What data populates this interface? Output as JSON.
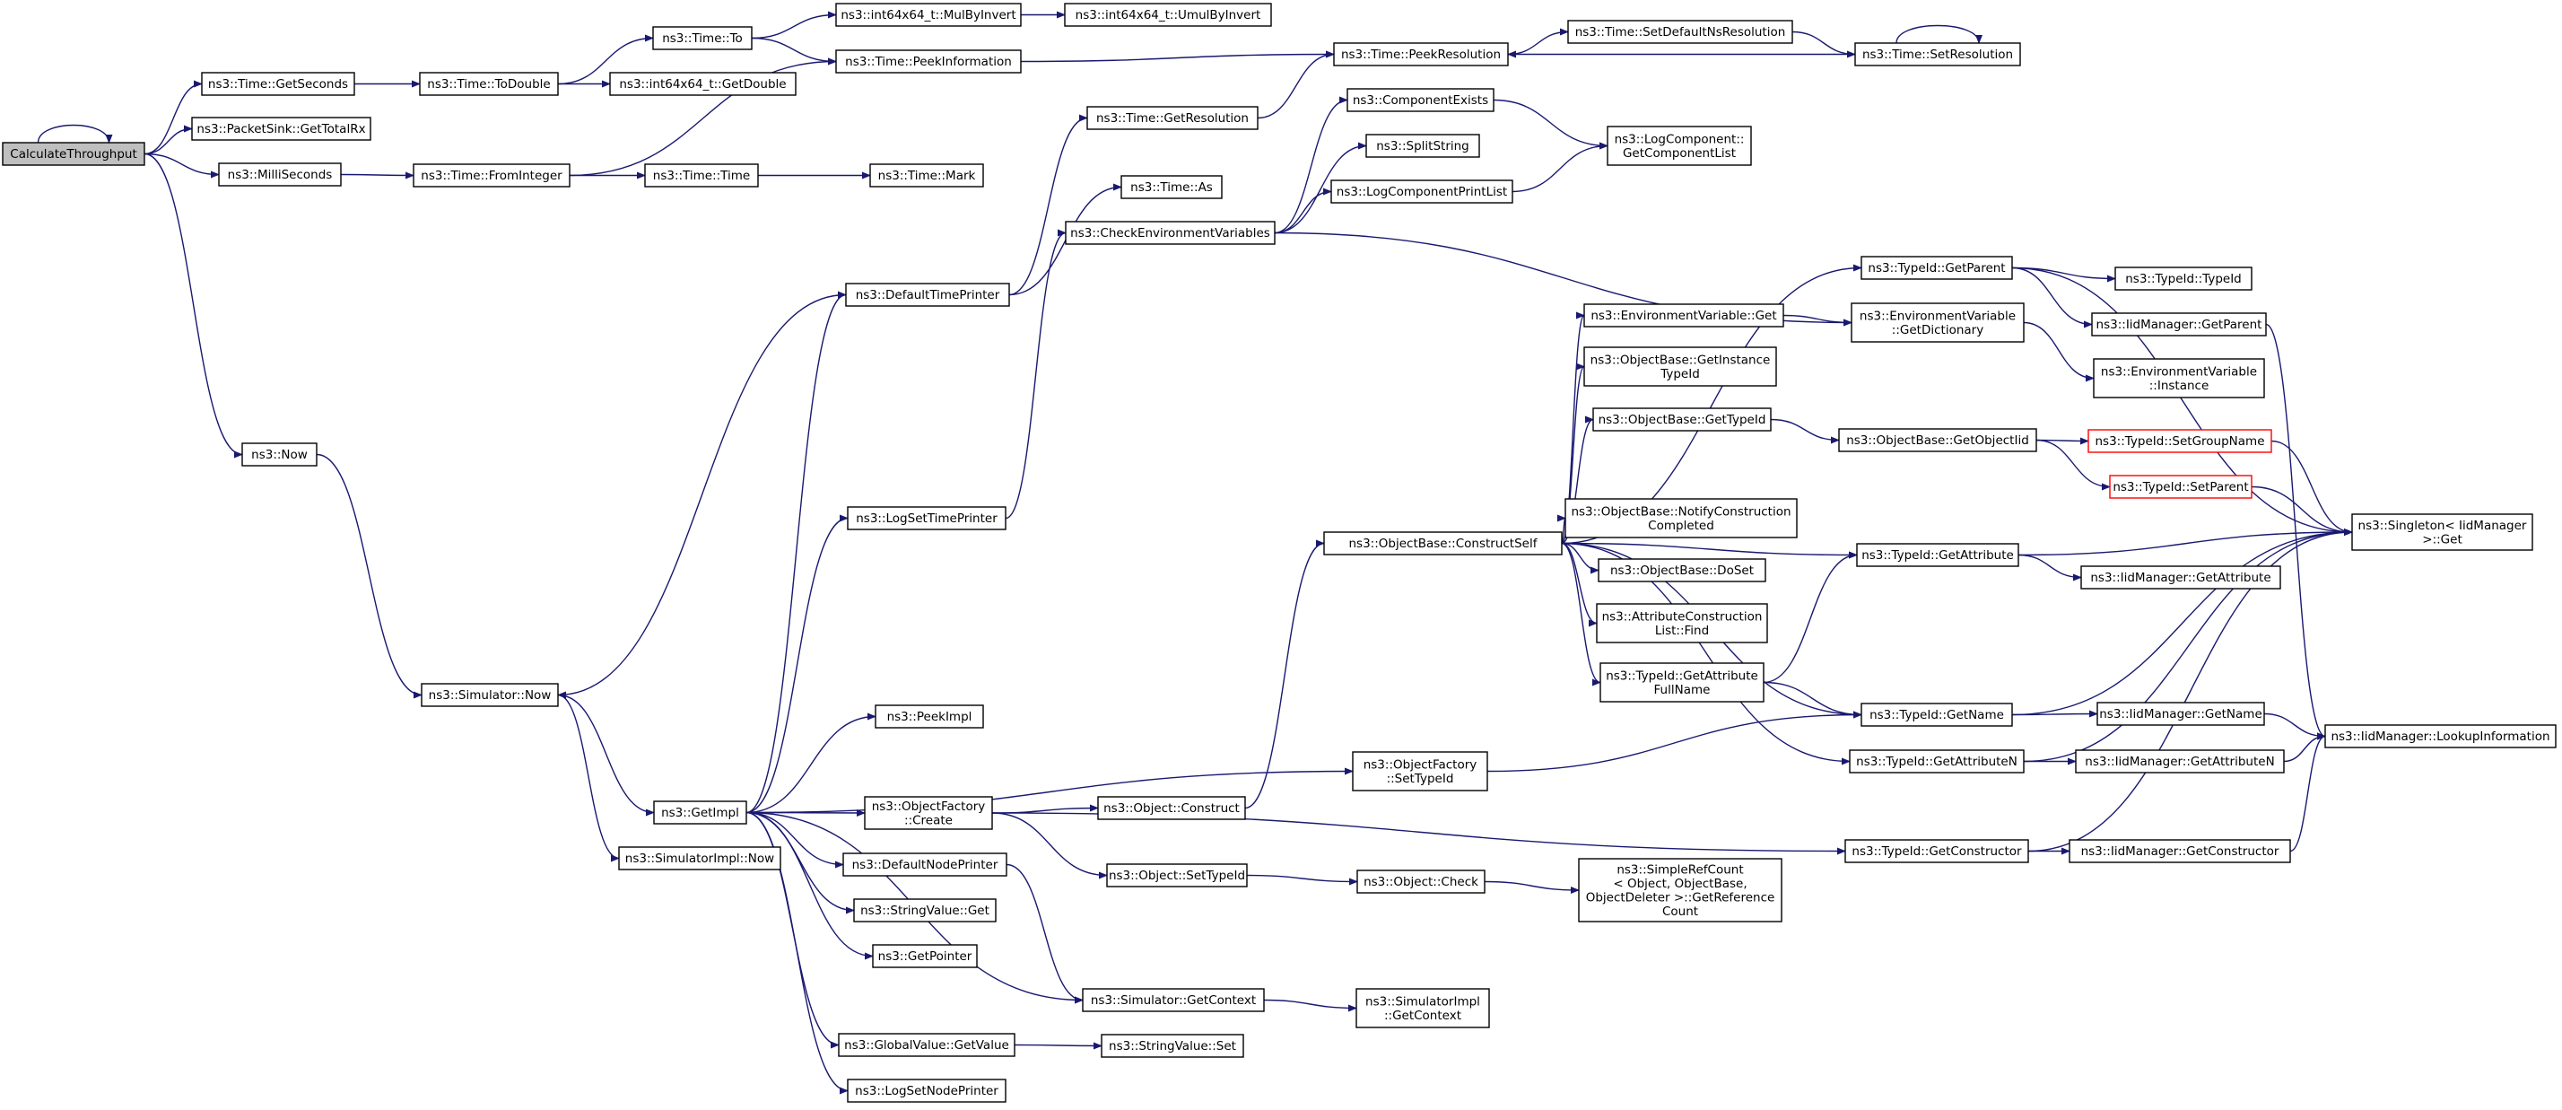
{
  "graph": {
    "nodes": [
      {
        "id": "calc",
        "lines": [
          "CalculateThroughput"
        ],
        "root": true
      },
      {
        "id": "getSeconds",
        "lines": [
          "ns3::Time::GetSeconds"
        ]
      },
      {
        "id": "packetSinkTotalRx",
        "lines": [
          "ns3::PacketSink::GetTotalRx"
        ]
      },
      {
        "id": "milliSeconds",
        "lines": [
          "ns3::MilliSeconds"
        ]
      },
      {
        "id": "now",
        "lines": [
          "ns3::Now"
        ]
      },
      {
        "id": "toDouble",
        "lines": [
          "ns3::Time::ToDouble"
        ]
      },
      {
        "id": "timeTo",
        "lines": [
          "ns3::Time::To"
        ]
      },
      {
        "id": "mulByInvert",
        "lines": [
          "ns3::int64x64_t::MulByInvert"
        ]
      },
      {
        "id": "umulByInvert",
        "lines": [
          "ns3::int64x64_t::UmulByInvert"
        ]
      },
      {
        "id": "peekInformation",
        "lines": [
          "ns3::Time::PeekInformation"
        ]
      },
      {
        "id": "int64GetDouble",
        "lines": [
          "ns3::int64x64_t::GetDouble"
        ]
      },
      {
        "id": "fromInteger",
        "lines": [
          "ns3::Time::FromInteger"
        ]
      },
      {
        "id": "timeTime",
        "lines": [
          "ns3::Time::Time"
        ]
      },
      {
        "id": "timeMark",
        "lines": [
          "ns3::Time::Mark"
        ]
      },
      {
        "id": "peekResolution",
        "lines": [
          "ns3::Time::PeekResolution"
        ]
      },
      {
        "id": "setDefaultNsResolution",
        "lines": [
          "ns3::Time::SetDefaultNsResolution"
        ]
      },
      {
        "id": "setResolution",
        "lines": [
          "ns3::Time::SetResolution"
        ]
      },
      {
        "id": "getResolution",
        "lines": [
          "ns3::Time::GetResolution"
        ]
      },
      {
        "id": "timeAs",
        "lines": [
          "ns3::Time::As"
        ]
      },
      {
        "id": "componentExists",
        "lines": [
          "ns3::ComponentExists"
        ]
      },
      {
        "id": "splitString",
        "lines": [
          "ns3::SplitString"
        ]
      },
      {
        "id": "logComponentPrintList",
        "lines": [
          "ns3::LogComponentPrintList"
        ]
      },
      {
        "id": "getComponentList",
        "lines": [
          "ns3::LogComponent::",
          "GetComponentList"
        ]
      },
      {
        "id": "checkEnvVars",
        "lines": [
          "ns3::CheckEnvironmentVariables"
        ]
      },
      {
        "id": "defaultTimePrinter",
        "lines": [
          "ns3::DefaultTimePrinter"
        ]
      },
      {
        "id": "logSetTimePrinter",
        "lines": [
          "ns3::LogSetTimePrinter"
        ]
      },
      {
        "id": "simNow",
        "lines": [
          "ns3::Simulator::Now"
        ]
      },
      {
        "id": "simImplNow",
        "lines": [
          "ns3::SimulatorImpl::Now"
        ]
      },
      {
        "id": "getImpl",
        "lines": [
          "ns3::GetImpl"
        ]
      },
      {
        "id": "peekImpl",
        "lines": [
          "ns3::PeekImpl"
        ]
      },
      {
        "id": "objFactoryCreate",
        "lines": [
          "ns3::ObjectFactory",
          "::Create"
        ]
      },
      {
        "id": "defaultNodePrinter",
        "lines": [
          "ns3::DefaultNodePrinter"
        ]
      },
      {
        "id": "stringValueGet",
        "lines": [
          "ns3::StringValue::Get"
        ]
      },
      {
        "id": "getPointer",
        "lines": [
          "ns3::GetPointer"
        ]
      },
      {
        "id": "simGetContext",
        "lines": [
          "ns3::Simulator::GetContext"
        ]
      },
      {
        "id": "globalValueGetValue",
        "lines": [
          "ns3::GlobalValue::GetValue"
        ]
      },
      {
        "id": "logSetNodePrinter",
        "lines": [
          "ns3::LogSetNodePrinter"
        ]
      },
      {
        "id": "objFactorySetTypeId",
        "lines": [
          "ns3::ObjectFactory",
          "::SetTypeId"
        ]
      },
      {
        "id": "objectConstruct",
        "lines": [
          "ns3::Object::Construct"
        ]
      },
      {
        "id": "objectSetTypeId",
        "lines": [
          "ns3::Object::SetTypeId"
        ]
      },
      {
        "id": "objectCheck",
        "lines": [
          "ns3::Object::Check"
        ]
      },
      {
        "id": "stringValueSet",
        "lines": [
          "ns3::StringValue::Set"
        ]
      },
      {
        "id": "simImplGetContext",
        "lines": [
          "ns3::SimulatorImpl",
          "::GetContext"
        ]
      },
      {
        "id": "constructSelf",
        "lines": [
          "ns3::ObjectBase::ConstructSelf"
        ]
      },
      {
        "id": "envVarGet",
        "lines": [
          "ns3::EnvironmentVariable::Get"
        ]
      },
      {
        "id": "getInstanceTypeId",
        "lines": [
          "ns3::ObjectBase::GetInstance",
          "TypeId"
        ]
      },
      {
        "id": "objBaseGetTypeId",
        "lines": [
          "ns3::ObjectBase::GetTypeId"
        ]
      },
      {
        "id": "notifyConstructionCompleted",
        "lines": [
          "ns3::ObjectBase::NotifyConstruction",
          "Completed"
        ]
      },
      {
        "id": "objBaseDoSet",
        "lines": [
          "ns3::ObjectBase::DoSet"
        ]
      },
      {
        "id": "attrConstructionListFind",
        "lines": [
          "ns3::AttributeConstruction",
          "List::Find"
        ]
      },
      {
        "id": "typeIdGetAttributeFullName",
        "lines": [
          "ns3::TypeId::GetAttribute",
          "FullName"
        ]
      },
      {
        "id": "simpleRefCount",
        "lines": [
          "ns3::SimpleRefCount",
          "< Object, ObjectBase,",
          "ObjectDeleter >::GetReference",
          "Count"
        ]
      },
      {
        "id": "typeIdGetParent",
        "lines": [
          "ns3::TypeId::GetParent"
        ]
      },
      {
        "id": "envVarGetDictionary",
        "lines": [
          "ns3::EnvironmentVariable",
          "::GetDictionary"
        ]
      },
      {
        "id": "objBaseGetObjectIid",
        "lines": [
          "ns3::ObjectBase::GetObjectIid"
        ]
      },
      {
        "id": "typeIdGetAttribute",
        "lines": [
          "ns3::TypeId::GetAttribute"
        ]
      },
      {
        "id": "typeIdGetName",
        "lines": [
          "ns3::TypeId::GetName"
        ]
      },
      {
        "id": "typeIdGetAttributeN",
        "lines": [
          "ns3::TypeId::GetAttributeN"
        ]
      },
      {
        "id": "typeIdGetConstructor",
        "lines": [
          "ns3::TypeId::GetConstructor"
        ]
      },
      {
        "id": "typeIdTypeId",
        "lines": [
          "ns3::TypeId::TypeId"
        ]
      },
      {
        "id": "iidMgrGetParent",
        "lines": [
          "ns3::IidManager::GetParent"
        ]
      },
      {
        "id": "envVarInstance",
        "lines": [
          "ns3::EnvironmentVariable",
          "::Instance"
        ]
      },
      {
        "id": "typeIdSetGroupName",
        "lines": [
          "ns3::TypeId::SetGroupName"
        ],
        "truncated": true
      },
      {
        "id": "typeIdSetParent",
        "lines": [
          "ns3::TypeId::SetParent"
        ],
        "truncated": true
      },
      {
        "id": "iidMgrGetAttribute",
        "lines": [
          "ns3::IidManager::GetAttribute"
        ]
      },
      {
        "id": "iidMgrGetName",
        "lines": [
          "ns3::IidManager::GetName"
        ]
      },
      {
        "id": "iidMgrGetAttributeN",
        "lines": [
          "ns3::IidManager::GetAttributeN"
        ]
      },
      {
        "id": "iidMgrGetConstructor",
        "lines": [
          "ns3::IidManager::GetConstructor"
        ]
      },
      {
        "id": "singletonGet",
        "lines": [
          "ns3::Singleton< IidManager",
          ">::Get"
        ]
      },
      {
        "id": "iidMgrLookupInformation",
        "lines": [
          "ns3::IidManager::LookupInformation"
        ]
      }
    ],
    "edges": [
      [
        "calc",
        "calc"
      ],
      [
        "calc",
        "getSeconds"
      ],
      [
        "calc",
        "packetSinkTotalRx"
      ],
      [
        "calc",
        "milliSeconds"
      ],
      [
        "calc",
        "now"
      ],
      [
        "getSeconds",
        "toDouble"
      ],
      [
        "toDouble",
        "timeTo"
      ],
      [
        "toDouble",
        "int64GetDouble"
      ],
      [
        "timeTo",
        "mulByInvert"
      ],
      [
        "timeTo",
        "peekInformation"
      ],
      [
        "mulByInvert",
        "umulByInvert"
      ],
      [
        "peekInformation",
        "peekResolution"
      ],
      [
        "milliSeconds",
        "fromInteger"
      ],
      [
        "fromInteger",
        "peekInformation"
      ],
      [
        "fromInteger",
        "timeTime"
      ],
      [
        "timeTime",
        "timeMark"
      ],
      [
        "peekResolution",
        "setDefaultNsResolution"
      ],
      [
        "setDefaultNsResolution",
        "setResolution"
      ],
      [
        "setResolution",
        "peekResolution"
      ],
      [
        "setResolution",
        "setResolution"
      ],
      [
        "getResolution",
        "peekResolution"
      ],
      [
        "now",
        "simNow"
      ],
      [
        "simNow",
        "getImpl"
      ],
      [
        "simNow",
        "simImplNow"
      ],
      [
        "getImpl",
        "defaultTimePrinter"
      ],
      [
        "getImpl",
        "logSetTimePrinter"
      ],
      [
        "getImpl",
        "peekImpl"
      ],
      [
        "getImpl",
        "objFactorySetTypeId"
      ],
      [
        "getImpl",
        "objFactoryCreate"
      ],
      [
        "getImpl",
        "defaultNodePrinter"
      ],
      [
        "getImpl",
        "stringValueGet"
      ],
      [
        "getImpl",
        "getPointer"
      ],
      [
        "getImpl",
        "simGetContext"
      ],
      [
        "getImpl",
        "globalValueGetValue"
      ],
      [
        "getImpl",
        "logSetNodePrinter"
      ],
      [
        "defaultTimePrinter",
        "getResolution"
      ],
      [
        "defaultTimePrinter",
        "timeAs"
      ],
      [
        "defaultTimePrinter",
        "simNow"
      ],
      [
        "logSetTimePrinter",
        "checkEnvVars"
      ],
      [
        "checkEnvVars",
        "componentExists"
      ],
      [
        "checkEnvVars",
        "splitString"
      ],
      [
        "checkEnvVars",
        "logComponentPrintList"
      ],
      [
        "checkEnvVars",
        "envVarGetDictionary"
      ],
      [
        "componentExists",
        "getComponentList"
      ],
      [
        "logComponentPrintList",
        "getComponentList"
      ],
      [
        "objFactoryCreate",
        "objectConstruct"
      ],
      [
        "objFactoryCreate",
        "objectSetTypeId"
      ],
      [
        "objFactoryCreate",
        "typeIdGetConstructor"
      ],
      [
        "objectConstruct",
        "constructSelf"
      ],
      [
        "objectSetTypeId",
        "objectCheck"
      ],
      [
        "objectCheck",
        "simpleRefCount"
      ],
      [
        "defaultNodePrinter",
        "simGetContext"
      ],
      [
        "simGetContext",
        "simImplGetContext"
      ],
      [
        "globalValueGetValue",
        "stringValueSet"
      ],
      [
        "objFactorySetTypeId",
        "typeIdGetName"
      ],
      [
        "constructSelf",
        "envVarGet"
      ],
      [
        "constructSelf",
        "getInstanceTypeId"
      ],
      [
        "constructSelf",
        "objBaseGetTypeId"
      ],
      [
        "constructSelf",
        "notifyConstructionCompleted"
      ],
      [
        "constructSelf",
        "objBaseDoSet"
      ],
      [
        "constructSelf",
        "attrConstructionListFind"
      ],
      [
        "constructSelf",
        "typeIdGetAttributeFullName"
      ],
      [
        "constructSelf",
        "typeIdGetParent"
      ],
      [
        "constructSelf",
        "typeIdGetAttribute"
      ],
      [
        "constructSelf",
        "typeIdGetName"
      ],
      [
        "constructSelf",
        "typeIdGetAttributeN"
      ],
      [
        "envVarGet",
        "envVarGetDictionary"
      ],
      [
        "objBaseGetTypeId",
        "objBaseGetObjectIid"
      ],
      [
        "objBaseGetObjectIid",
        "typeIdSetGroupName"
      ],
      [
        "objBaseGetObjectIid",
        "typeIdSetParent"
      ],
      [
        "typeIdGetAttributeFullName",
        "typeIdGetAttribute"
      ],
      [
        "typeIdGetAttributeFullName",
        "typeIdGetName"
      ],
      [
        "typeIdGetParent",
        "typeIdTypeId"
      ],
      [
        "typeIdGetParent",
        "iidMgrGetParent"
      ],
      [
        "typeIdGetParent",
        "singletonGet"
      ],
      [
        "envVarGetDictionary",
        "envVarInstance"
      ],
      [
        "typeIdGetAttribute",
        "iidMgrGetAttribute"
      ],
      [
        "typeIdGetAttribute",
        "singletonGet"
      ],
      [
        "typeIdGetName",
        "iidMgrGetName"
      ],
      [
        "typeIdGetName",
        "singletonGet"
      ],
      [
        "typeIdGetAttributeN",
        "iidMgrGetAttributeN"
      ],
      [
        "typeIdGetAttributeN",
        "singletonGet"
      ],
      [
        "typeIdGetConstructor",
        "iidMgrGetConstructor"
      ],
      [
        "typeIdGetConstructor",
        "singletonGet"
      ],
      [
        "iidMgrGetParent",
        "iidMgrLookupInformation"
      ],
      [
        "iidMgrGetName",
        "iidMgrLookupInformation"
      ],
      [
        "iidMgrGetAttributeN",
        "iidMgrLookupInformation"
      ],
      [
        "iidMgrGetConstructor",
        "iidMgrLookupInformation"
      ],
      [
        "typeIdSetGroupName",
        "singletonGet"
      ],
      [
        "typeIdSetParent",
        "singletonGet"
      ]
    ]
  }
}
